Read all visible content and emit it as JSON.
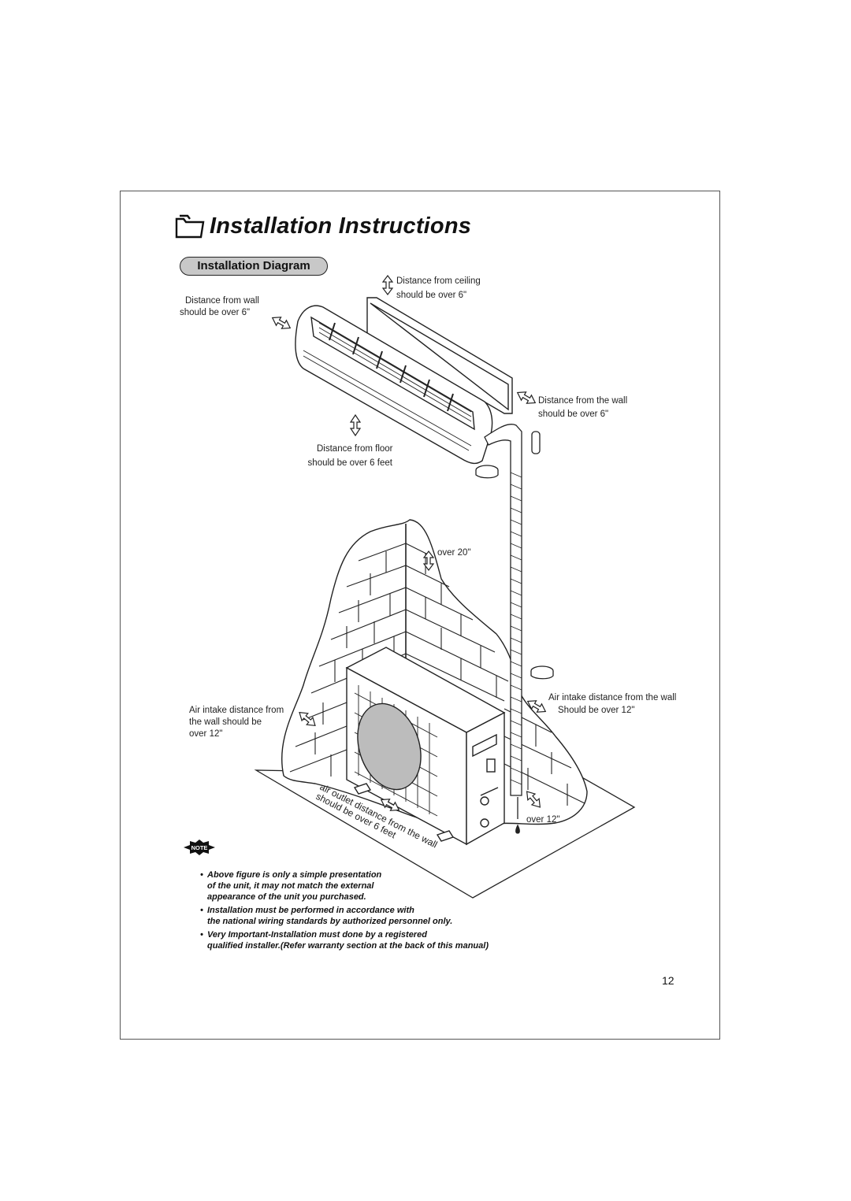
{
  "header": {
    "title": "Installation Instructions",
    "section": "Installation Diagram"
  },
  "labels": {
    "ceiling": [
      "Distance from ceiling",
      "should be over 6\""
    ],
    "wall_left": [
      "Distance from wall",
      "should be over 6\""
    ],
    "wall_right": [
      "Distance from the wall",
      "should be over 6\""
    ],
    "floor": [
      "Distance from floor",
      "should be over 6 feet"
    ],
    "over20": "over 20\"",
    "intake_left": [
      "Air intake distance from",
      "the wall should be",
      "over 12\""
    ],
    "intake_right": [
      "Air intake distance from  the wall",
      "Should be over 12\""
    ],
    "outlet_line1": "air outlet distance from the wall",
    "outlet_line2": "should be over 6 feet",
    "over12_bottom": "over 12\""
  },
  "note": {
    "badge": "NOTE",
    "items": [
      [
        "Above figure is only a simple presentation",
        "of the unit, it may not match the external",
        "appearance of the unit you purchased."
      ],
      [
        "Installation must be performed in accordance with",
        "the national wiring standards by authorized personnel only."
      ],
      [
        "Very Important-Installation must done by a registered",
        "qualified installer.(Refer warranty section at the back of this manual)"
      ]
    ]
  },
  "page_number": "12"
}
